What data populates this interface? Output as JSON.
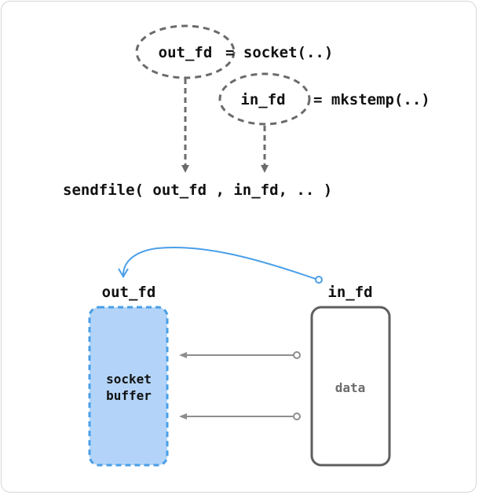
{
  "diagram": {
    "top": {
      "out_fd_label": "out_fd",
      "socket_call": "= socket(..)",
      "in_fd_label": "in_fd",
      "mkstemp_call": "= mkstemp(..)",
      "sendfile_call": "sendfile( out_fd , in_fd, .. )"
    },
    "bottom": {
      "out_fd_label": "out_fd",
      "in_fd_label": "in_fd",
      "socket_buffer_line1": "socket",
      "socket_buffer_line2": "buffer",
      "data_label": "data"
    },
    "colors": {
      "dashed_gray": "#6b6b6b",
      "blue": "#4a9fe8",
      "blue_fill": "#b3d4f8",
      "arrow_gray": "#8e8e8e",
      "box_border": "#5f5f5f",
      "text": "#111111",
      "data_text": "#6b6b6b"
    }
  }
}
